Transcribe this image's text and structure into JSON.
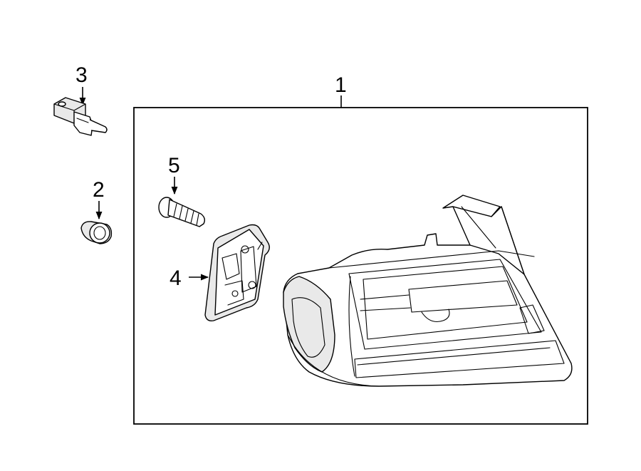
{
  "diagram": {
    "background": "#ffffff",
    "line_color": "#000000",
    "callouts": {
      "part_1": "1",
      "part_2": "2",
      "part_3": "3",
      "part_4": "4",
      "part_5": "5"
    }
  }
}
